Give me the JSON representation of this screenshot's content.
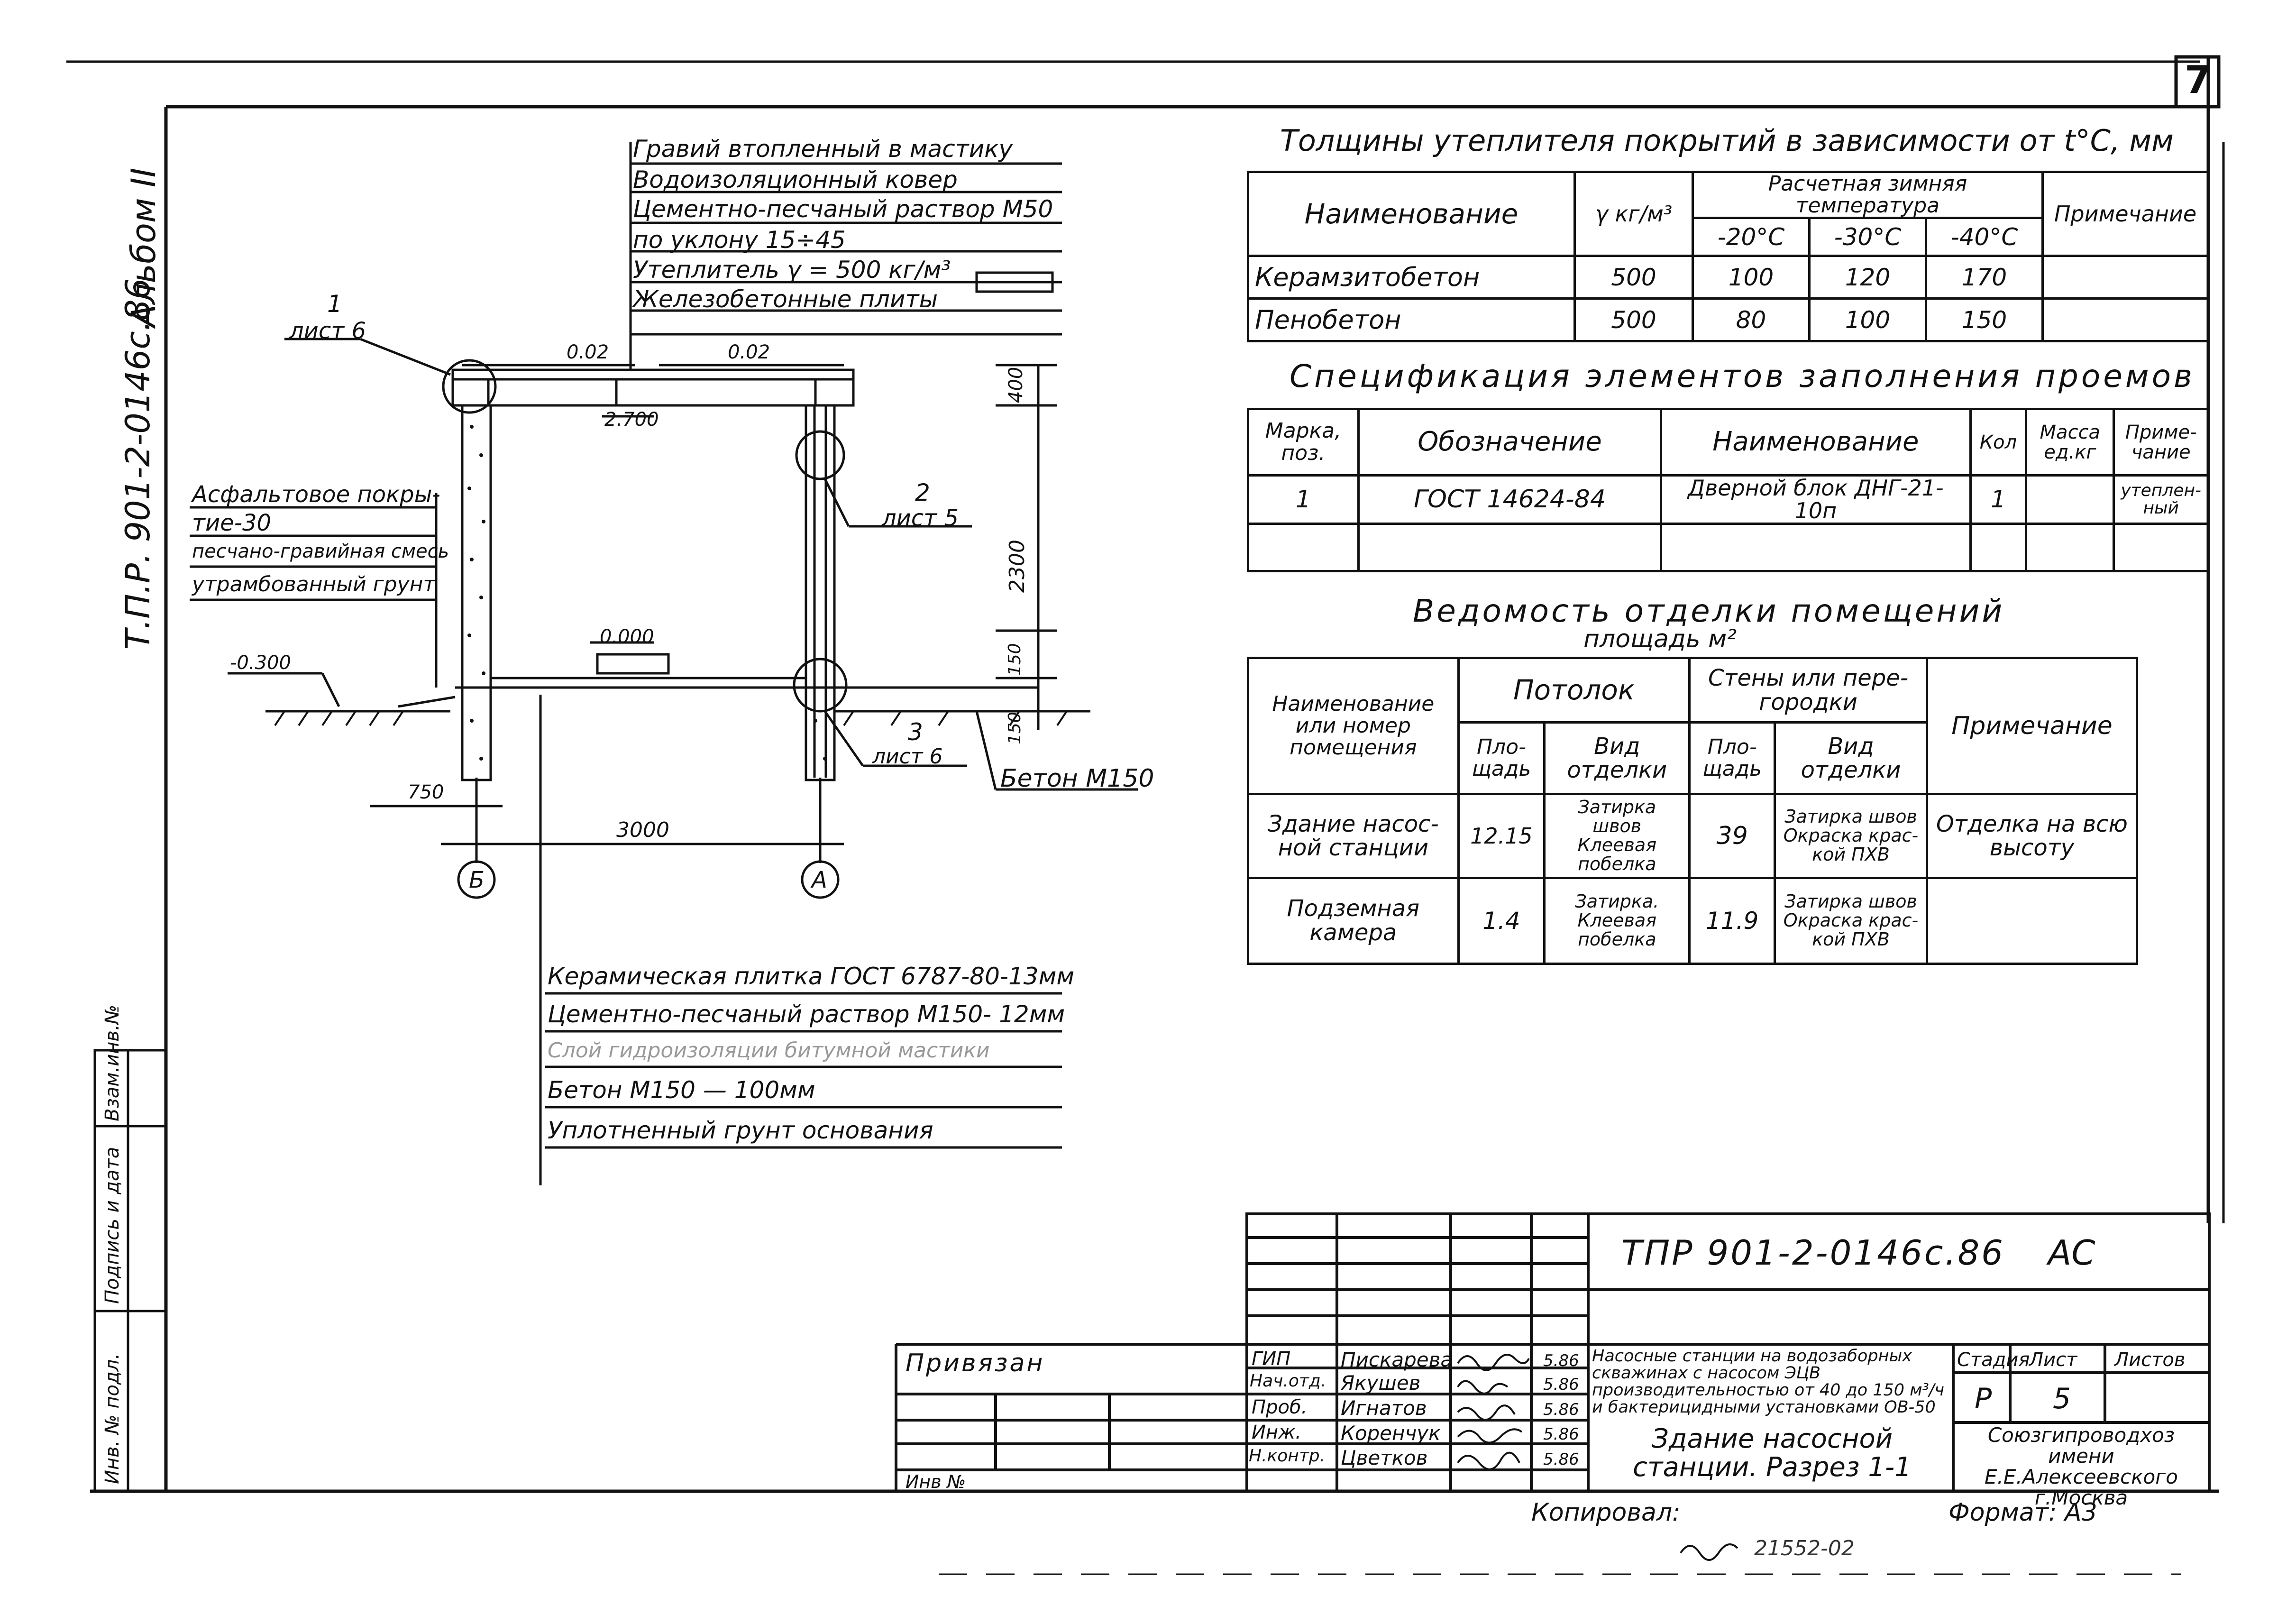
{
  "sheet_number": "7",
  "side_labels": {
    "album": "Альбом II",
    "tpr": "Т.П.Р. 901-2-0146с.86",
    "inv": "Инв. № подл.",
    "sign": "Подпись и дата",
    "vzam": "Взам.инв.№"
  },
  "roof_layers": [
    "Гравий втопленный в мастику",
    "Водоизоляционный ковер",
    "Цементно-песчаный раствор М50",
    "по уклону 15÷45",
    "Утеплитель γ = 500 кг/м³",
    "Железобетонные плиты"
  ],
  "floor_layers": [
    "Керамическая плитка ГОСТ 6787-80-13мм",
    "Цементно-песчаный раствор М150- 12мм",
    "Слой гидроизоляции битумной мастики",
    "Бетон М150 — 100мм",
    "Уплотненный грунт основания"
  ],
  "wall_layers": [
    "Асфальтовое покры-",
    "тие-30",
    "песчано-гравийная смесь",
    "утрамбованный грунт"
  ],
  "callouts": {
    "c1_num": "1",
    "c1_sheet": "лист 6",
    "c2_num": "2",
    "c2_sheet": "лист 5",
    "c3_num": "3",
    "c3_sheet": "лист 6",
    "concrete": "Бетон М150"
  },
  "dims": {
    "slope_l": "0.02",
    "slope_r": "0.02",
    "elev_ceiling": "2.700",
    "elev_floor": "0.000",
    "elev_ground": "-0.300",
    "d400": "400",
    "d2300": "2300",
    "d150a": "150",
    "d150b": "150",
    "d750": "750",
    "d3000": "3000",
    "axis_b": "Б",
    "axis_a": "А"
  },
  "insulation": {
    "title": "Толщины утеплителя покрытий в зависимости от t°С, мм",
    "h_name": "Наименование",
    "h_gamma": "γ кг/м³",
    "h_temp": "Расчетная зимняя температура",
    "h_t1": "-20°С",
    "h_t2": "-30°С",
    "h_t3": "-40°С",
    "h_note": "Примечание",
    "rows": [
      {
        "name": "Керамзитобетон",
        "g": "500",
        "a": "100",
        "b": "120",
        "c": "170"
      },
      {
        "name": "Пенобетон",
        "g": "500",
        "a": "80",
        "b": "100",
        "c": "150"
      }
    ]
  },
  "openings": {
    "title": "Спецификация элементов заполнения проемов",
    "h_mark": "Марка, поз.",
    "h_desig": "Обозначение",
    "h_name": "Наименование",
    "h_qty": "Кол",
    "h_mass": "Масса ед.кг",
    "h_note": "Приме-чание",
    "row": {
      "mark": "1",
      "desig": "ГОСТ 14624-84",
      "name": "Дверной блок ДНГ-21-10п",
      "qty": "1",
      "note": "утеплен-ный"
    }
  },
  "finishing": {
    "title": "Ведомость отделки помещений",
    "subtitle": "площадь м²",
    "h_room": "Наименование или номер помещения",
    "h_ceiling": "Потолок",
    "h_walls": "Стены или пере-городки",
    "h_note": "Примечание",
    "h_area": "Пло-щадь",
    "h_type": "Вид отделки",
    "rows": [
      {
        "room": "Здание насос-ной станции",
        "ca": "12.15",
        "ct": "Затирка швов Клеевая побелка",
        "wa": "39",
        "wt": "Затирка швов Окраска крас-кой ПХВ",
        "note": "Отделка на всю высоту"
      },
      {
        "room": "Подземная камера",
        "ca": "1.4",
        "ct": "Затирка. Клеевая побелка",
        "wa": "11.9",
        "wt": "Затирка швов Окраска крас-кой ПХВ",
        "note": ""
      }
    ]
  },
  "stamp": {
    "code": "ТПР 901-2-0146с.86",
    "mark": "АС",
    "privyazan": "Привязан",
    "inv_no": "Инв №",
    "roles": [
      "ГИП",
      "Нач.отд.",
      "Проб.",
      "Инж.",
      "Н.контр."
    ],
    "names": [
      "Пискарева",
      "Якушев",
      "Игнатов",
      "Коренчук",
      "Цветков"
    ],
    "dates": [
      "5.86",
      "5.86",
      "5.86",
      "5.86",
      "5.86"
    ],
    "project_desc": "Насосные станции на водозаборных скважинах с насосом ЭЦВ производительностью от 40 до 150 м³/ч и бактерицидными установками ОВ-50",
    "sheet_title": "Здание насосной станции. Разрез 1-1",
    "stage_h": "Стадия",
    "sheet_h": "Лист",
    "sheets_h": "Листов",
    "stage": "Р",
    "sheet": "5",
    "org": "Союзгипроводхоз имени Е.Е.Алексеевского г.Москва",
    "copied": "Копировал:",
    "format": "Формат: А3",
    "archive_no": "21552-02"
  }
}
